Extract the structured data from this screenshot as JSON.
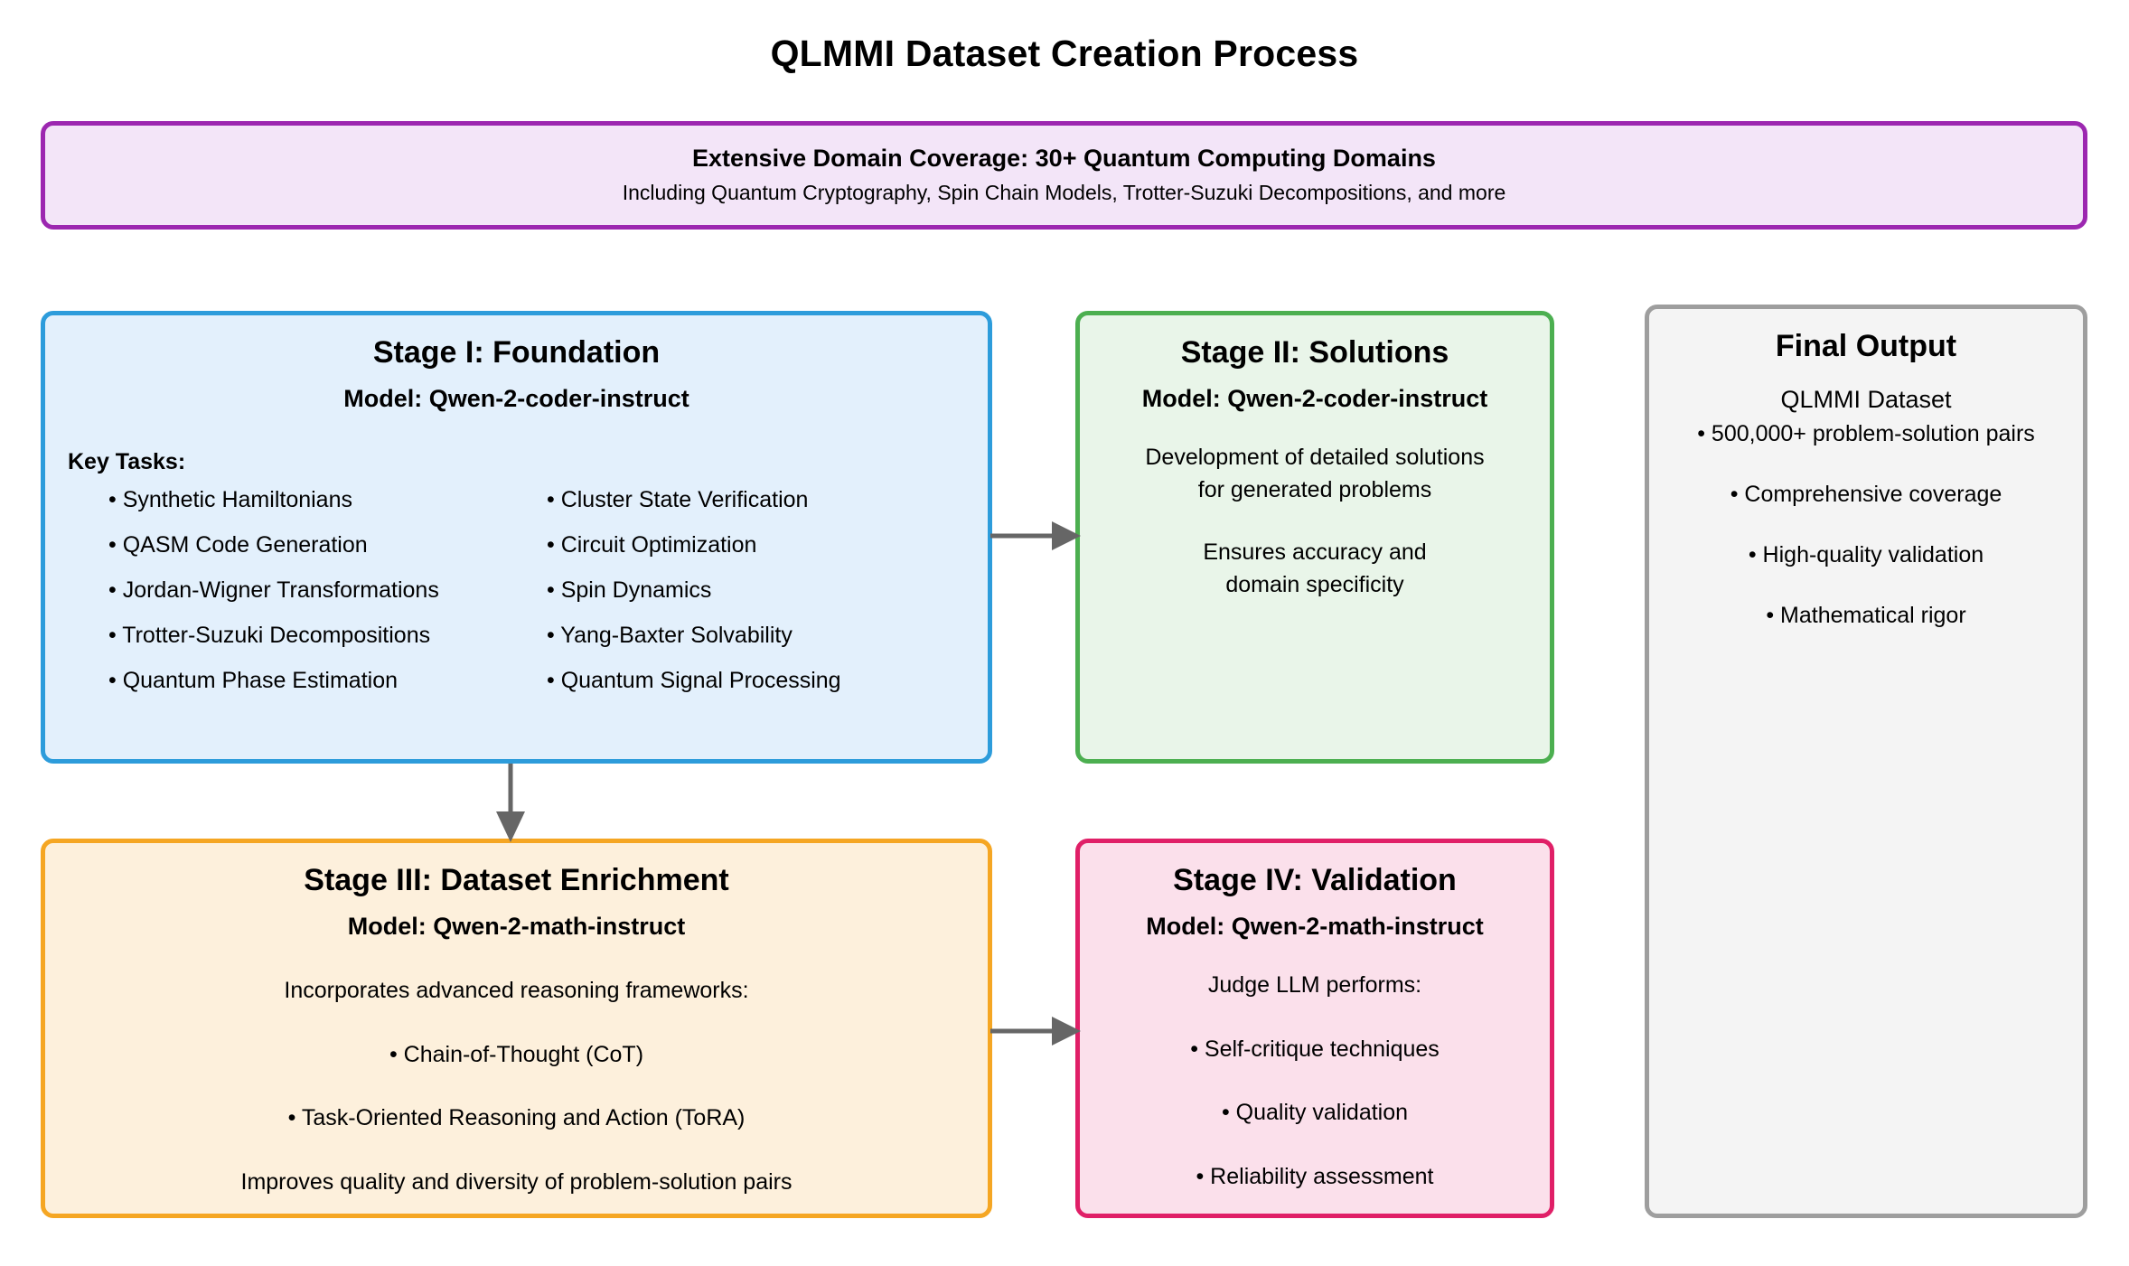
{
  "title": "QLMMI Dataset Creation Process",
  "banner": {
    "title": "Extensive Domain Coverage: 30+ Quantum Computing Domains",
    "subtitle": "Including Quantum Cryptography, Spin Chain Models, Trotter-Suzuki Decompositions, and more"
  },
  "stage1": {
    "title": "Stage I: Foundation",
    "model": "Model: Qwen-2-coder-instruct",
    "tasks_label": "Key Tasks:",
    "tasks_left": [
      "• Synthetic Hamiltonians",
      "• QASM Code Generation",
      "• Jordan-Wigner Transformations",
      "• Trotter-Suzuki Decompositions",
      "• Quantum Phase Estimation"
    ],
    "tasks_right": [
      "• Cluster State Verification",
      "• Circuit Optimization",
      "• Spin Dynamics",
      "• Yang-Baxter Solvability",
      "• Quantum Signal Processing"
    ]
  },
  "stage2": {
    "title": "Stage II: Solutions",
    "model": "Model: Qwen-2-coder-instruct",
    "body": [
      "Development of detailed solutions",
      "for generated problems",
      "Ensures accuracy and",
      "domain specificity"
    ]
  },
  "stage3": {
    "title": "Stage III: Dataset Enrichment",
    "model": "Model: Qwen-2-math-instruct",
    "body": [
      "Incorporates advanced reasoning frameworks:",
      "• Chain-of-Thought (CoT)",
      "• Task-Oriented Reasoning and Action (ToRA)",
      "Improves quality and diversity of problem-solution pairs"
    ]
  },
  "stage4": {
    "title": "Stage IV: Validation",
    "model": "Model: Qwen-2-math-instruct",
    "body": [
      "Judge LLM performs:",
      "• Self-critique techniques",
      "• Quality validation",
      "• Reliability assessment"
    ]
  },
  "final": {
    "title": "Final Output",
    "subtitle": "QLMMI Dataset",
    "items": [
      "• 500,000+ problem-solution pairs",
      "• Comprehensive coverage",
      "• High-quality validation",
      "• Mathematical rigor"
    ]
  },
  "colors": {
    "banner_border": "#9c27b0",
    "banner_fill": "#f3e5f8",
    "stage1_border": "#2d9cdb",
    "stage1_fill": "#e3f0fc",
    "stage2_border": "#4caf50",
    "stage2_fill": "#e9f5e9",
    "stage3_border": "#f5a623",
    "stage3_fill": "#fdf0dc",
    "stage4_border": "#e01f67",
    "stage4_fill": "#fbe0eb",
    "final_border": "#9e9e9e",
    "final_fill": "#f4f4f4",
    "arrow": "#666666"
  }
}
